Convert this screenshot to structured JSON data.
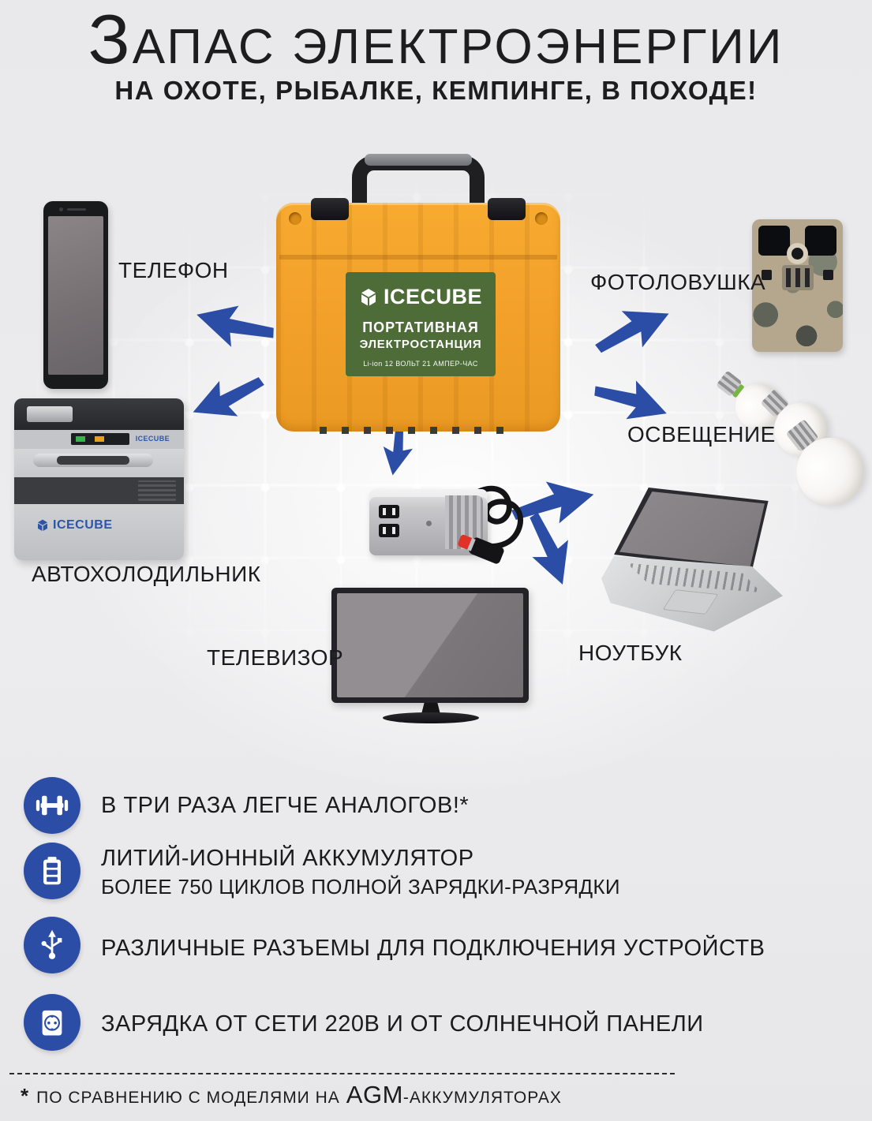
{
  "header": {
    "title_lead": "З",
    "title_rest": "АПАС ЭЛЕКТРОЭНЕРГИИ",
    "subtitle": "НА ОХОТЕ, РЫБАЛКЕ, КЕМПИНГЕ, В ПОХОДЕ!"
  },
  "power_station": {
    "brand": "ICECUBE",
    "line1": "ПОРТАТИВНАЯ",
    "line2": "ЭЛЕКТРОСТАНЦИЯ",
    "spec": "Li-ion 12 ВОЛЬТ 21 АМПЕР-ЧАС"
  },
  "devices": {
    "phone": {
      "label": "ТЕЛЕФОН"
    },
    "trail_camera": {
      "label": "ФОТОЛОВУШКА"
    },
    "fridge": {
      "label": "АВТОХОЛОДИЛЬНИК",
      "brand": "ICECUBE"
    },
    "lighting": {
      "label": "ОСВЕЩЕНИЕ"
    },
    "tv": {
      "label": "ТЕЛЕВИЗОР"
    },
    "laptop": {
      "label": "НОУТБУК"
    }
  },
  "features": [
    {
      "icon": "dumbbell-icon",
      "line1": "В ТРИ РАЗА ЛЕГЧЕ АНАЛОГОВ!*",
      "line2": ""
    },
    {
      "icon": "battery-icon",
      "line1": "ЛИТИЙ-ИОННЫЙ АККУМУЛЯТОР",
      "line2": "БОЛЕЕ 750 ЦИКЛОВ ПОЛНОЙ ЗАРЯДКИ-РАЗРЯДКИ"
    },
    {
      "icon": "usb-icon",
      "line1": "РАЗЛИЧНЫЕ РАЗЪЕМЫ ДЛЯ ПОДКЛЮЧЕНИЯ УСТРОЙСТВ",
      "line2": ""
    },
    {
      "icon": "socket-icon",
      "line1": "ЗАРЯДКА ОТ СЕТИ 220В И ОТ СОЛНЕЧНОЙ ПАНЕЛИ",
      "line2": ""
    }
  ],
  "footnote": {
    "marker": "*",
    "prefix": "ПО СРАВНЕНИЮ С МОДЕЛЯМИ НА",
    "emphasis": "AGM",
    "suffix": "-АККУМУЛЯТОРАХ"
  },
  "colors": {
    "accent_blue": "#2B4DA6",
    "case_orange": "#F3A12B",
    "label_green": "#4D6C38",
    "background": "#E9E9EB"
  }
}
